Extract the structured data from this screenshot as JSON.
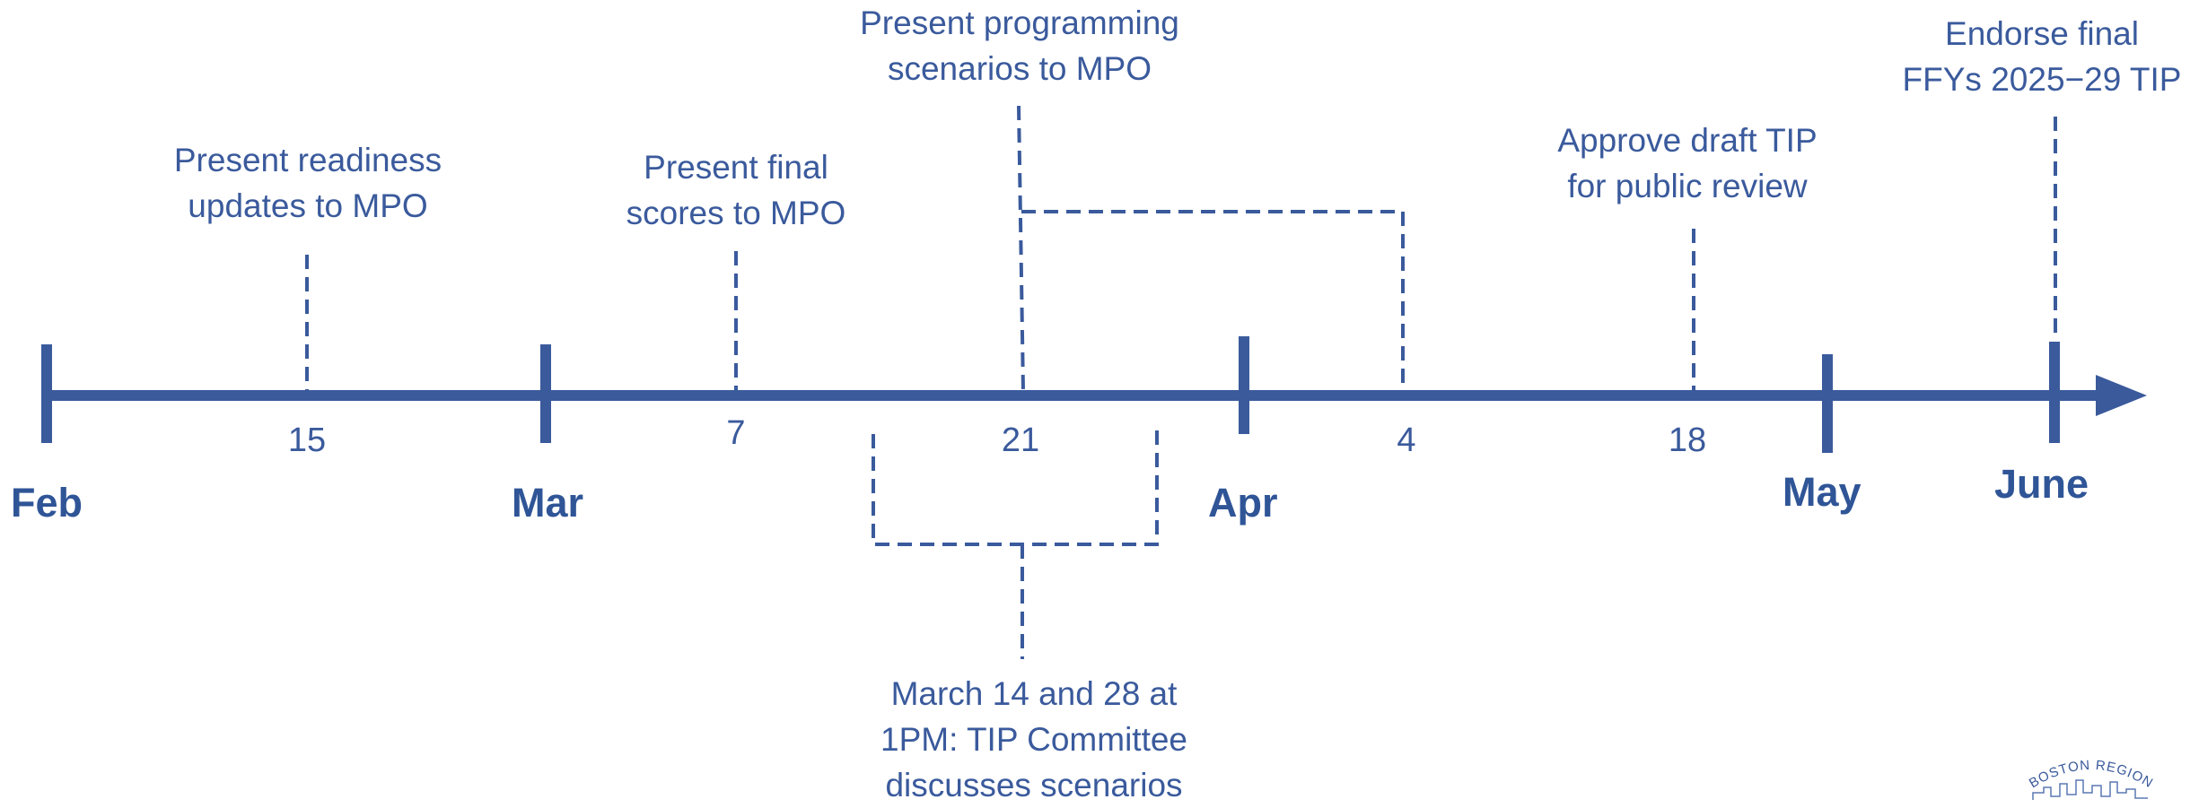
{
  "colors": {
    "line": "#3a5a9c",
    "month_text": "#2f5597",
    "label_text": "#3a5a9c",
    "background": "#ffffff"
  },
  "months": [
    "Feb",
    "Mar",
    "Apr",
    "May",
    "June"
  ],
  "days": [
    "15",
    "7",
    "21",
    "4",
    "18"
  ],
  "milestones": {
    "readiness": [
      "Present readiness",
      "updates to MPO"
    ],
    "final_scores": [
      "Present final",
      "scores to MPO"
    ],
    "programming": [
      "Present programming",
      "scenarios to MPO"
    ],
    "approve_draft": [
      "Approve draft TIP",
      "for public review"
    ],
    "endorse_final": [
      "Endorse final",
      "FFYs 2025−29 TIP"
    ],
    "tip_committee": [
      "March 14 and 28 at",
      "1PM: TIP Committee",
      "discusses scenarios"
    ]
  },
  "logo": {
    "text": "BOSTON REGION",
    "icon": "city-skyline-icon"
  }
}
